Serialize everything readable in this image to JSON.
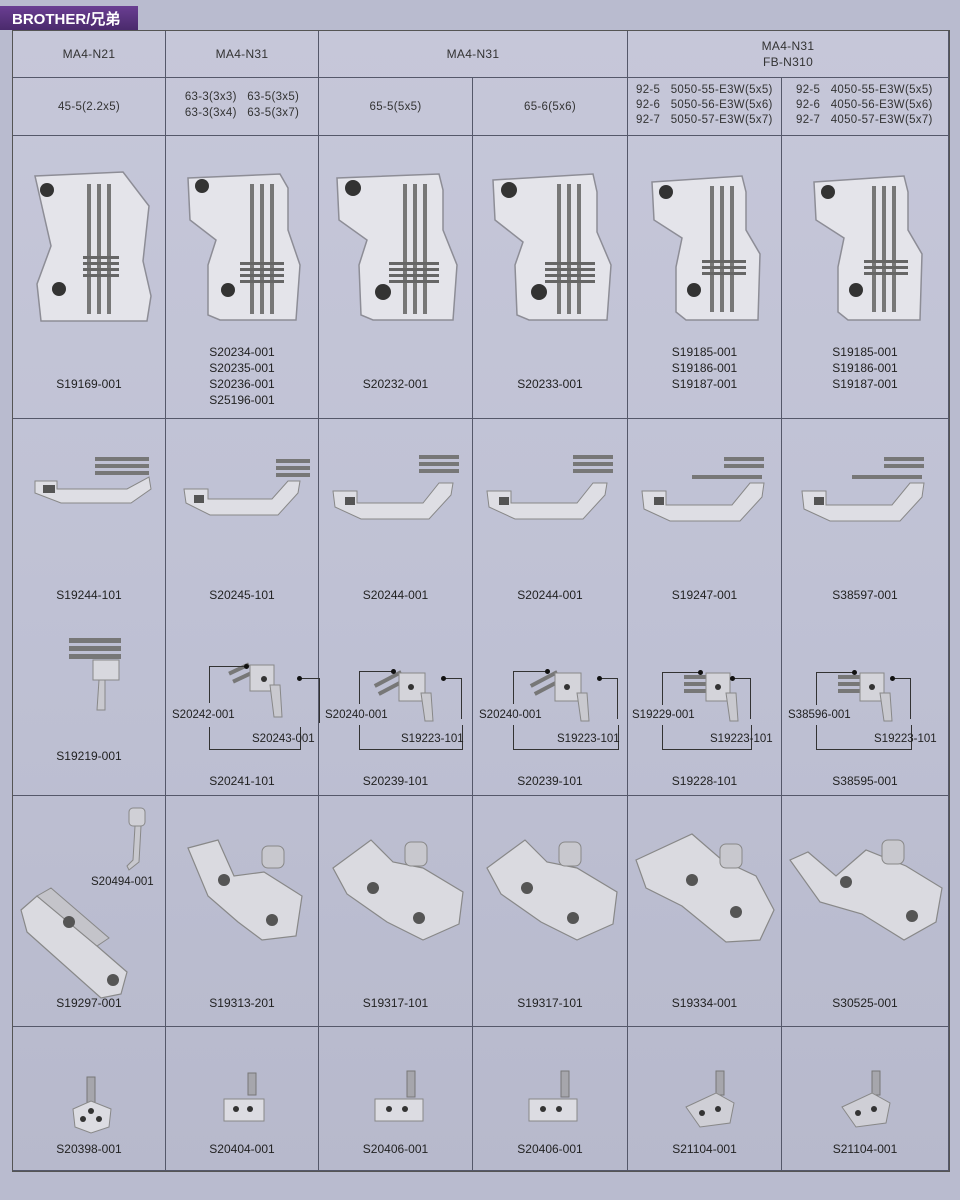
{
  "brand": "BROTHER/兄弟",
  "headers": {
    "col1_model": "MA4-N21",
    "col2_model": "MA4-N31",
    "col34_model": "MA4-N31",
    "col56_model_line1": "MA4-N31",
    "col56_model_line2": "FB-N310"
  },
  "sizes": {
    "c1": "45-5(2.2x5)",
    "c2_line1": "63-3(3x3)   63-5(3x5)",
    "c2_line2": "63-3(3x4)   63-5(3x7)",
    "c3": "65-5(5x5)",
    "c4": "65-6(5x6)",
    "c5_line1": "92-5   5050-55-E3W(5x5)",
    "c5_line2": "92-6   5050-56-E3W(5x6)",
    "c5_line3": "92-7   5050-57-E3W(5x7)",
    "c6_line1": "92-5   4050-55-E3W(5x5)",
    "c6_line2": "92-6   4050-56-E3W(5x6)",
    "c6_line3": "92-7   4050-57-E3W(5x7)"
  },
  "needle_plates": {
    "c1": [
      "S19169-001"
    ],
    "c2": [
      "S20234-001",
      "S20235-001",
      "S20236-001",
      "S25196-001"
    ],
    "c3": [
      "S20232-001"
    ],
    "c4": [
      "S20233-001"
    ],
    "c5": [
      "S19185-001",
      "S19186-001",
      "S19187-001"
    ],
    "c6": [
      "S19185-001",
      "S19186-001",
      "S19187-001"
    ]
  },
  "feed_dogs": {
    "c1": "S19244-101",
    "c2": "S20245-101",
    "c3": "S20244-001",
    "c4": "S20244-001",
    "c5": "S19247-001",
    "c6": "S38597-001"
  },
  "feed_assemblies": {
    "c1": {
      "main": "S19219-001"
    },
    "c2": {
      "left": "S20242-001",
      "right": "S20243-001",
      "main": "S20241-101"
    },
    "c3": {
      "left": "S20240-001",
      "right": "S19223-101",
      "main": "S20239-101"
    },
    "c4": {
      "left": "S20240-001",
      "right": "S19223-101",
      "main": "S20239-101"
    },
    "c5": {
      "left": "S19229-001",
      "right": "S19223-101",
      "main": "S19228-101"
    },
    "c6": {
      "left": "S38596-001",
      "right": "S19223-101",
      "main": "S38595-001"
    }
  },
  "presser_feet": {
    "c1": {
      "main": "S19297-001",
      "extra": "S20494-001"
    },
    "c2": "S19313-201",
    "c3": "S19317-101",
    "c4": "S19317-101",
    "c5": "S19334-001",
    "c6": "S30525-001"
  },
  "needle_clamps": {
    "c1": "S20398-001",
    "c2": "S20404-001",
    "c3": "S20406-001",
    "c4": "S20406-001",
    "c5": "S21104-001",
    "c6": "S21104-001"
  }
}
